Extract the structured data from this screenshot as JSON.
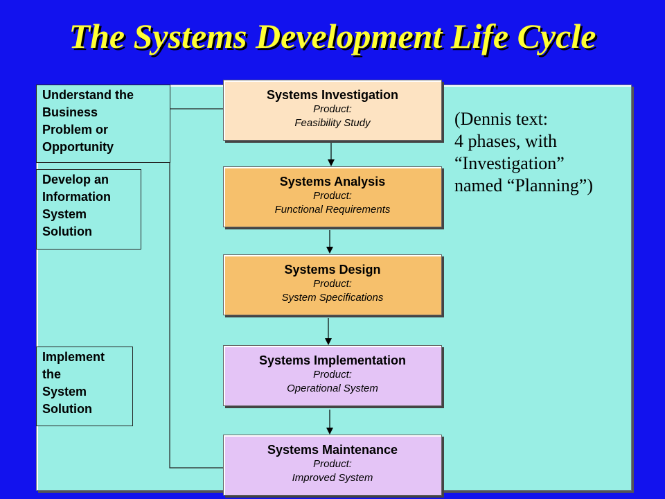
{
  "slide": {
    "title": "The Systems Development Life Cycle"
  },
  "side_groups": [
    {
      "lines": [
        "Understand the",
        "Business",
        "Problem or",
        "Opportunity"
      ]
    },
    {
      "lines": [
        "Develop an",
        "Information",
        "System",
        "Solution"
      ]
    },
    {
      "lines": [
        "Implement",
        "the",
        "System",
        "Solution"
      ]
    }
  ],
  "phases": [
    {
      "name": "Systems Investigation",
      "product_label": "Product:",
      "product": "Feasibility Study",
      "color": "#fde3c2"
    },
    {
      "name": "Systems Analysis",
      "product_label": "Product:",
      "product": "Functional Requirements",
      "color": "#f6c06c"
    },
    {
      "name": "Systems Design",
      "product_label": "Product:",
      "product": "System Specifications",
      "color": "#f6c06c"
    },
    {
      "name": "Systems Implementation",
      "product_label": "Product:",
      "product": "Operational System",
      "color": "#e4c4f6"
    },
    {
      "name": "Systems Maintenance",
      "product_label": "Product:",
      "product": "Improved System",
      "color": "#e4c4f6"
    }
  ],
  "note": {
    "lines": [
      "(Dennis text:",
      "4 phases, with",
      "“Investigation”",
      "named “Planning”)"
    ]
  },
  "colors": {
    "background": "#1212ee",
    "title": "#ffff33",
    "panel": "#99eee4"
  }
}
